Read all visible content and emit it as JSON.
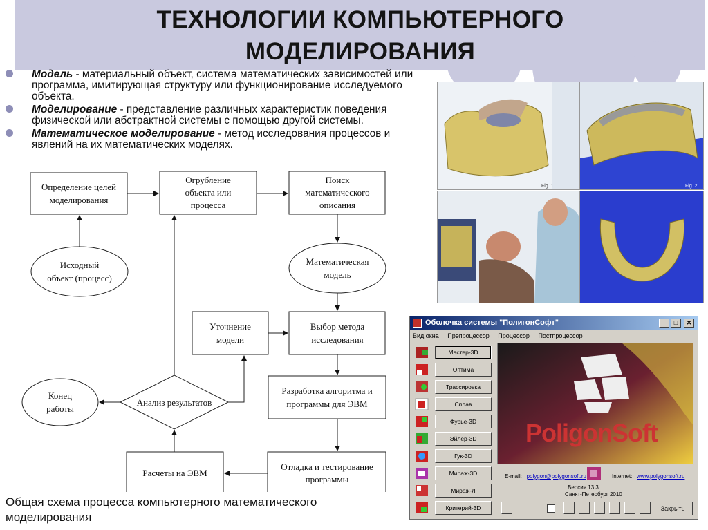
{
  "header": {
    "title_line1": "ТЕХНОЛОГИИ КОМПЬЮТЕРНОГО",
    "title_line2": "МОДЕЛИРОВАНИЯ"
  },
  "bullets": [
    {
      "term": "Модель",
      "text": " - материальный объект, система математических зависимостей или программа, имитирующая структуру или функционирование исследуемого объекта."
    },
    {
      "term": "Моделирование",
      "text": " - представление различных характеристик поведения физической или абстрактной системы с помощью другой системы."
    },
    {
      "term": "Математическое моделирование",
      "text": " - метод исследования процессов и явлений на их математических моделях."
    }
  ],
  "flowchart": {
    "goal_l1": "Определение целей",
    "goal_l2": "моделирования",
    "rough_l1": "Огрубление",
    "rough_l2": "объекта или",
    "rough_l3": "процесса",
    "search_l1": "Поиск",
    "search_l2": "математического",
    "search_l3": "описания",
    "source_l1": "Исходный",
    "source_l2": "объект (процесс)",
    "mathmodel_l1": "Математическая",
    "mathmodel_l2": "модель",
    "refine_l1": "Уточнение",
    "refine_l2": "модели",
    "method_l1": "Выбор метода",
    "method_l2": "исследования",
    "end_l1": "Конец",
    "end_l2": "работы",
    "analysis": "Анализ результатов",
    "algo_l1": "Разработка алгоритма и",
    "algo_l2": "программы для ЭВМ",
    "calc": "Расчеты на ЭВМ",
    "debug_l1": "Отладка и тестирование",
    "debug_l2": "программы"
  },
  "caption": {
    "line1": "Общая схема процесса компьютерного математического",
    "line2": "моделирования"
  },
  "images": {
    "fig1": "Fig. 1",
    "fig2": "Fig. 2"
  },
  "window": {
    "title": "Оболочка системы \"ПолигонСофт\"",
    "menu": [
      "Вид окна",
      "Препроцессор",
      "Процессор",
      "Постпроцессор"
    ],
    "modules": [
      "Мастер-3D",
      "Оптима",
      "Трассировка",
      "Сплав",
      "Фурье-3D",
      "Эйлер-3D",
      "Гук-3D",
      "Мираж-3D",
      "Мираж-Л",
      "Критерий-3D"
    ],
    "active_module": "Мастер-3D",
    "brand": "PoligonSoft",
    "email_label": "E-mail:",
    "email": "polygon@polygonsoft.ru",
    "internet_label": "Internet:",
    "website": "www.polygonsoft.ru",
    "version": "Версия 13.3",
    "city_year": "Санкт-Петербург 2010",
    "close_label": "Закрыть"
  },
  "colors": {
    "title_band": "#c9c9df",
    "bullet": "#8e8eb7",
    "window_title": "#0a246a"
  }
}
